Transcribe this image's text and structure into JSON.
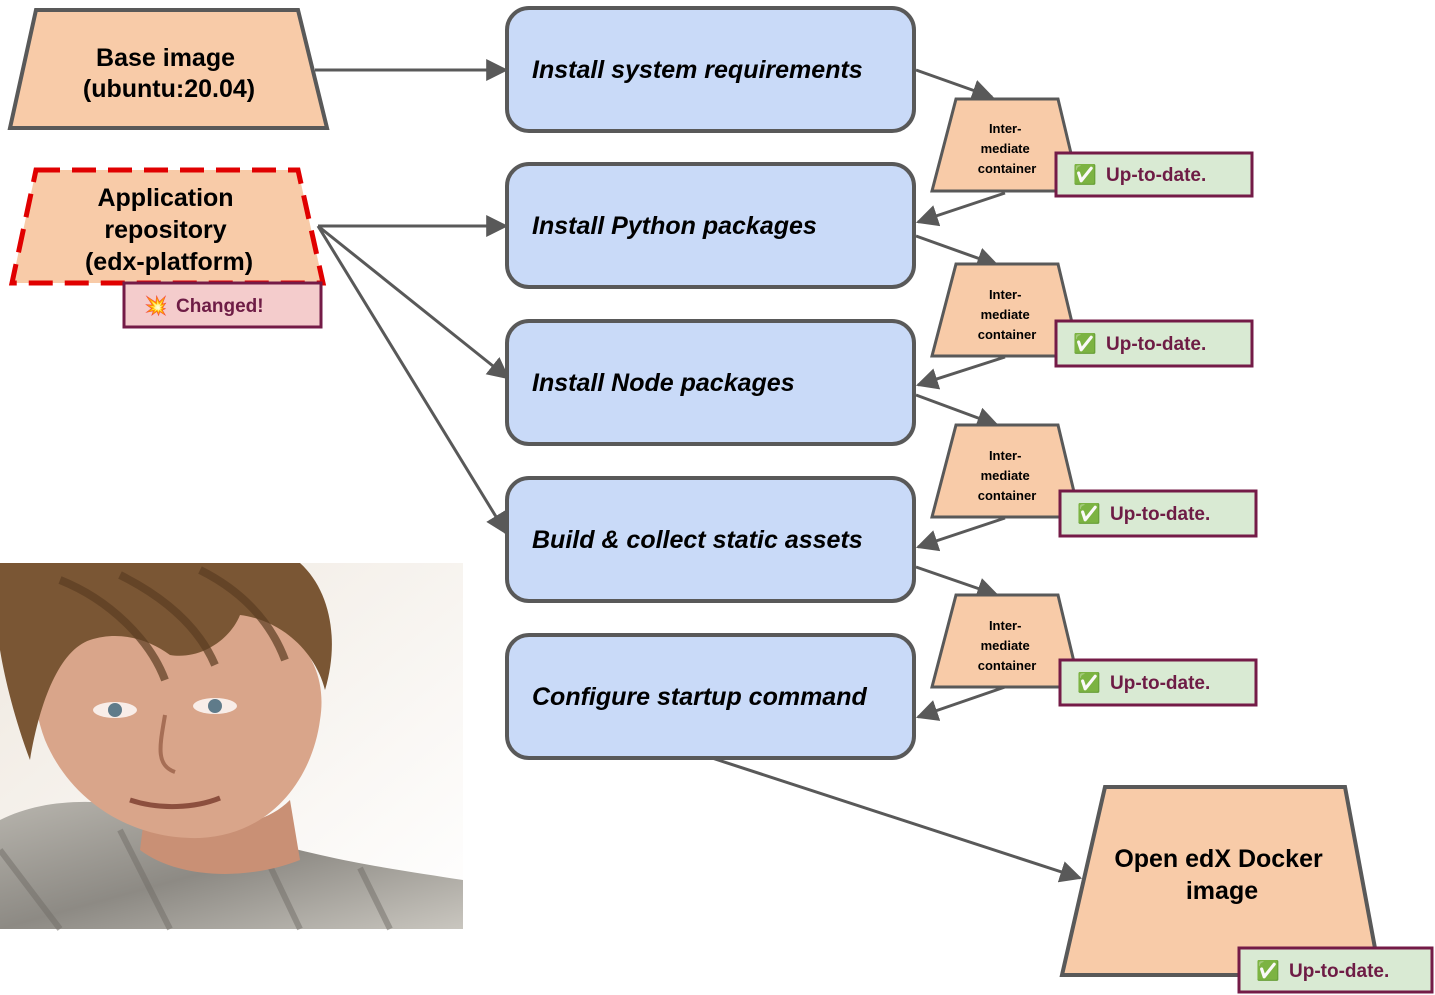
{
  "nodes": {
    "base_image": {
      "lines": [
        "Base image",
        "(ubuntu:20.04)"
      ]
    },
    "app_repo": {
      "lines": [
        "Application",
        "repository",
        "(edx-platform)"
      ]
    },
    "final_image": {
      "lines": [
        "Open edX Docker",
        "image"
      ]
    }
  },
  "steps": [
    {
      "label": "Install system requirements"
    },
    {
      "label": "Install Python packages"
    },
    {
      "label": "Install Node packages"
    },
    {
      "label": "Build & collect static assets"
    },
    {
      "label": "Configure startup command"
    }
  ],
  "intermediate_container": {
    "lines": [
      "Inter-",
      "mediate",
      "container"
    ]
  },
  "badges": {
    "changed": {
      "icon": "💥",
      "icon_name": "collision-icon",
      "text": "Changed!"
    },
    "uptodate": {
      "icon": "✅",
      "icon_name": "check-mark-icon",
      "text": "Up-to-date."
    }
  },
  "photo": {
    "description_visible": false
  },
  "colors": {
    "image_fill": "#f8cba8",
    "step_fill": "#c9daf8",
    "edge": "#595959",
    "changed_border": "#e00000",
    "badge_border": "#741b47",
    "badge_text": "#6e1c45",
    "changed_badge_fill": "#f4cccc",
    "uptodate_badge_fill": "#d9ead3"
  }
}
